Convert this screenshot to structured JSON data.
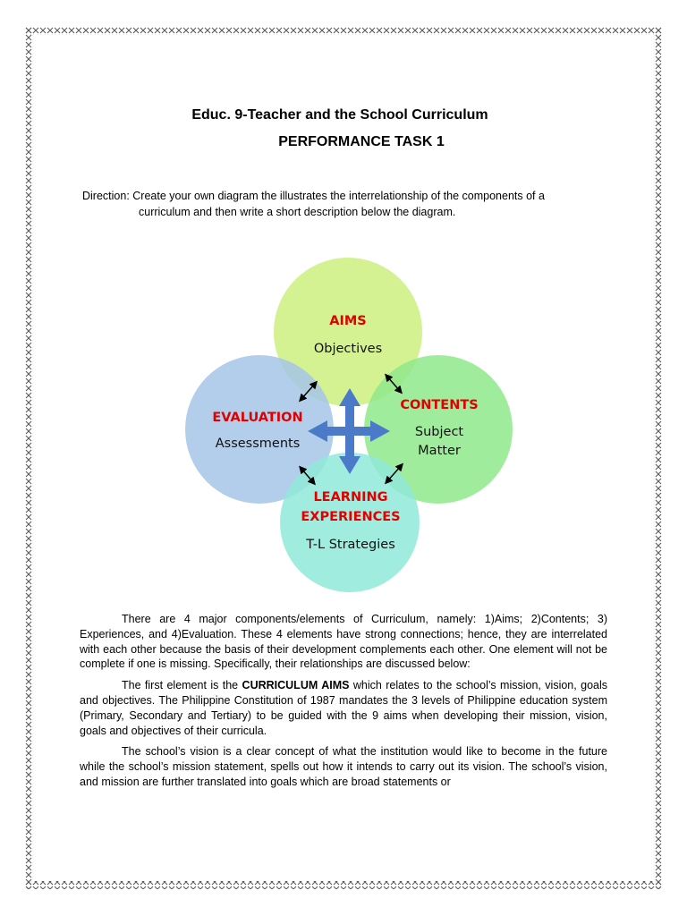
{
  "header": {
    "course_title": "Educ. 9-Teacher and the School Curriculum",
    "task_title": "PERFORMANCE TASK 1"
  },
  "direction": {
    "line1": "Direction: Create your own diagram the illustrates the interrelationship of the components of a",
    "line2": "curriculum and then write a short description below the diagram."
  },
  "diagram": {
    "aims": {
      "title": "AIMS",
      "text": "Objectives",
      "color": "#ccf07e"
    },
    "contents": {
      "title": "CONTENTS",
      "text1": "Subject",
      "text2": "Matter",
      "color": "#8fe98c"
    },
    "evaluation": {
      "title": "EVALUATION",
      "text": "Assessments",
      "color": "#a6c6e8"
    },
    "learning": {
      "title1": "LEARNING",
      "title2": "EXPERIENCES",
      "text": "T-L Strategies",
      "color": "#8fe9d8"
    },
    "arrow_color": "#4a7ac8"
  },
  "body": {
    "p1": "There are 4 major components/elements of Curriculum, namely: 1)Aims; 2)Contents; 3) Experiences, and 4)Evaluation. These 4 elements have strong connections; hence, they are interrelated with each other because the basis of their development complements each other. One element will not be complete if one is missing. Specifically, their relationships are discussed below:",
    "p2_before": "The first element is the ",
    "p2_bold": "CURRICULUM AIMS",
    "p2_after": " which relates to the school’s mission, vision, goals and objectives. The Philippine Constitution of 1987 mandates the 3 levels of Philippine education system (Primary, Secondary and Tertiary) to be guided with the 9 aims when developing their mission, vision, goals and objectives of their curricula.",
    "p3": "The school’s vision is a clear concept of what the institution would like to become in the future while the school’s mission statement, spells out how it intends to carry out its vision. The school’s vision, and mission are further translated into goals which are broad statements or"
  }
}
